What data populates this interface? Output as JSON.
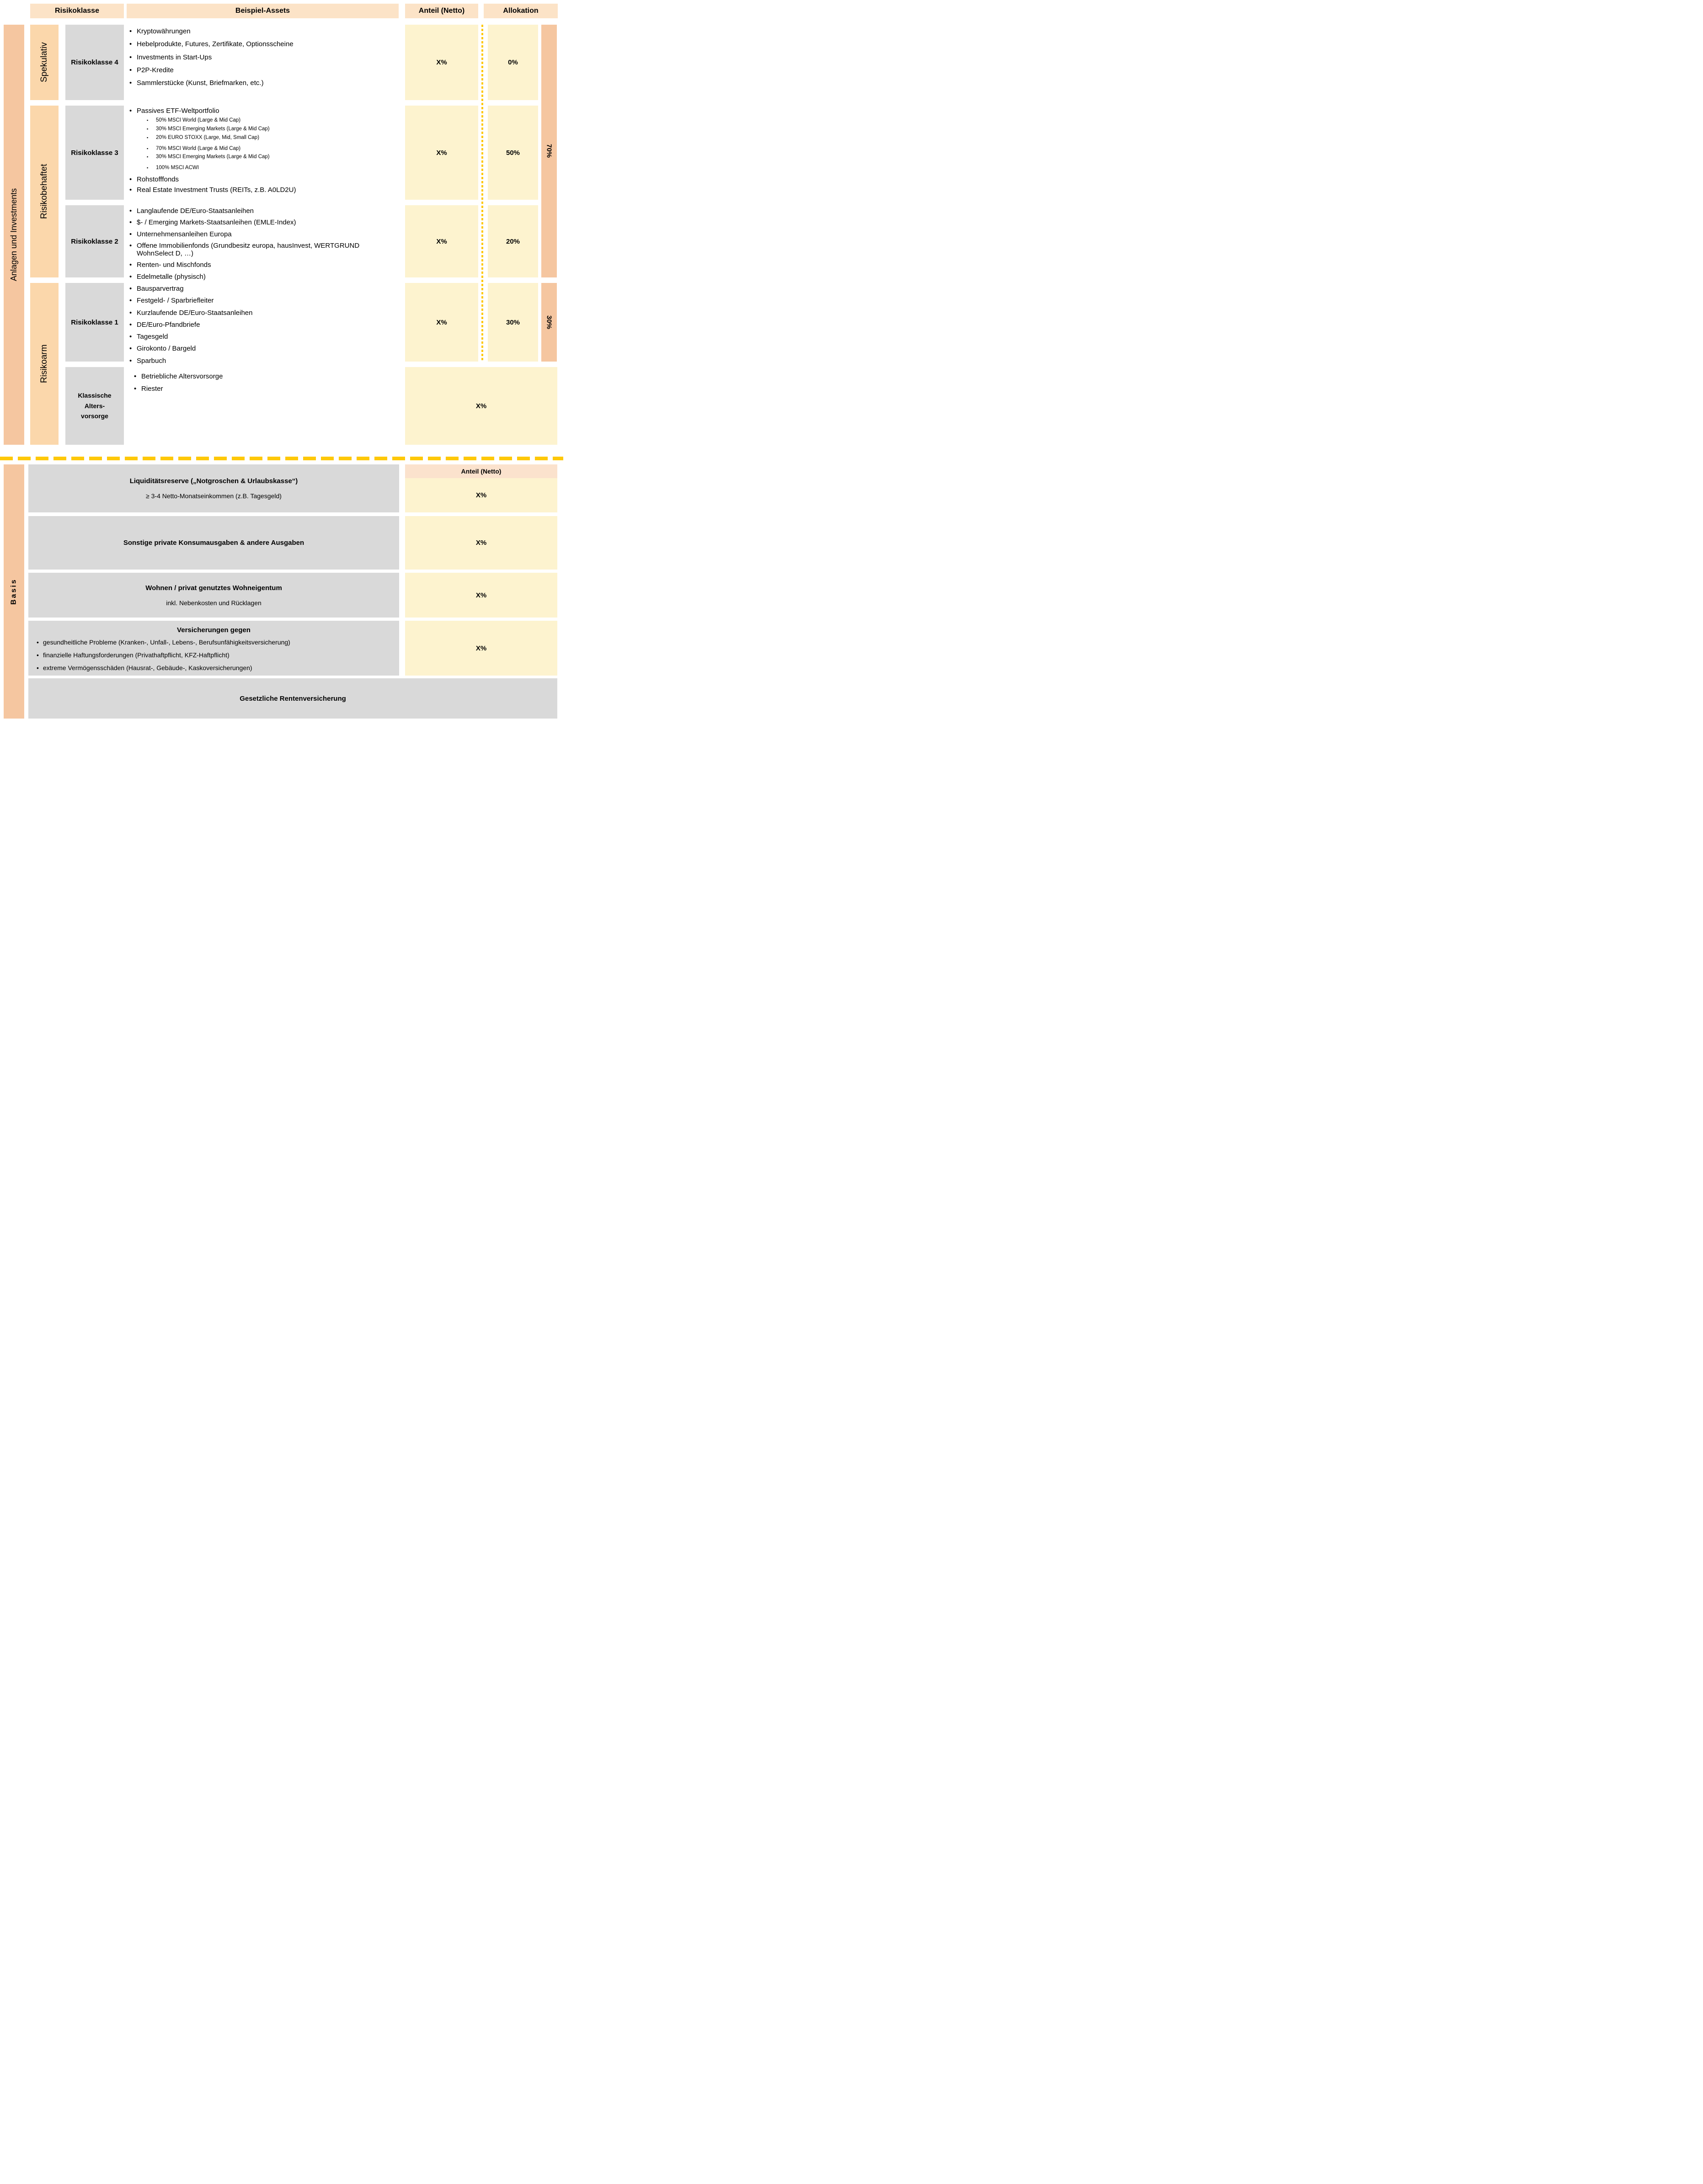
{
  "header": {
    "columns": {
      "risikoklasse": "Risikoklasse",
      "beispiel_assets": "Beispiel-Assets",
      "anteil": "Anteil (Netto)",
      "allokation": "Allokation"
    }
  },
  "colors": {
    "header_bg": "#fce3c7",
    "side_bar": "#f5c6a0",
    "group_bar": "#fbd7ab",
    "class_box": "#d9d9d9",
    "value_box": "#fdf3cf",
    "dash_gold": "#fec808"
  },
  "top_section": {
    "side_label": "Anlagen und Investments",
    "groups": [
      {
        "label": "Spekulativ"
      },
      {
        "label": "Risikobehaftet"
      },
      {
        "label": "Risikoarm"
      }
    ],
    "rows": [
      {
        "class_label": "Risikoklasse 4",
        "bullets": [
          "Kryptowährungen",
          "Hebelprodukte, Futures, Zertifikate, Optionsscheine",
          "Investments in Start-Ups",
          "P2P-Kredite",
          "Sammlerstücke (Kunst, Briefmarken, etc.)"
        ],
        "anteil": "X%",
        "allokation": "0%"
      },
      {
        "class_label": "Risikoklasse 3",
        "bullet_main": "Passives ETF-Weltportfolio",
        "sub_group_1": [
          "50% MSCI World (Large & Mid Cap)",
          "30% MSCI Emerging Markets (Large & Mid Cap)",
          "20% EURO STOXX (Large, Mid, Small Cap)"
        ],
        "sub_group_2": [
          "70% MSCI World (Large & Mid Cap)",
          "30% MSCI Emerging Markets (Large & Mid Cap)"
        ],
        "sub_group_3": [
          "100% MSCI ACWI"
        ],
        "bullet_2": "Rohstofffonds",
        "bullet_3": "Real Estate Investment Trusts (REITs, z.B. A0LD2U)",
        "anteil": "X%",
        "allokation": "50%"
      },
      {
        "class_label": "Risikoklasse 2",
        "bullets": [
          "Langlaufende DE/Euro-Staatsanleihen",
          "$- / Emerging Markets-Staatsanleihen (EMLE-Index)",
          "Unternehmensanleihen Europa",
          "Offene Immobilienfonds (Grundbesitz europa, hausInvest, WERTGRUND WohnSelect D,  …)",
          "Renten- und Mischfonds",
          "Edelmetalle (physisch)"
        ],
        "anteil": "X%",
        "allokation": "20%"
      },
      {
        "class_label": "Risikoklasse 1",
        "bullets": [
          "Bausparvertrag",
          "Festgeld- / Sparbriefleiter",
          "Kurzlaufende DE/Euro-Staatsanleihen",
          "DE/Euro-Pfandbriefe",
          "Tagesgeld",
          "Girokonto / Bargeld",
          "Sparbuch"
        ],
        "anteil": "X%",
        "allokation": "30%"
      },
      {
        "class_label_lines": [
          "Klassische",
          "Alters-",
          "vorsorge"
        ],
        "bullets": [
          "Betriebliche Altersvorsorge",
          "Riester"
        ],
        "anteil": "X%"
      }
    ],
    "aggregates": {
      "risky": "70%",
      "safe": "30%"
    }
  },
  "bottom_section": {
    "side_label": "Basis",
    "anteil_header": "Anteil (Netto)",
    "rows": [
      {
        "title": "Liquiditätsreserve („Notgroschen & Urlaubskasse“)",
        "subtitle": "≥ 3-4 Netto-Monatseinkommen (z.B. Tagesgeld)",
        "anteil": "X%"
      },
      {
        "title": "Sonstige private Konsumausgaben & andere Ausgaben",
        "anteil": "X%"
      },
      {
        "title": "Wohnen / privat genutztes Wohneigentum",
        "subtitle": "inkl. Nebenkosten und Rücklagen",
        "anteil": "X%"
      },
      {
        "title": "Versicherungen gegen",
        "bullets": [
          "gesundheitliche Probleme (Kranken-, Unfall-, Lebens-, Berufsunfähigkeitsversicherung)",
          "finanzielle Haftungsforderungen (Privathaftpflicht, KFZ-Haftpflicht)",
          "extreme Vermögensschäden (Hausrat-, Gebäude-, Kaskoversicherungen)"
        ],
        "anteil": "X%"
      },
      {
        "title": "Gesetzliche Rentenversicherung"
      }
    ]
  }
}
